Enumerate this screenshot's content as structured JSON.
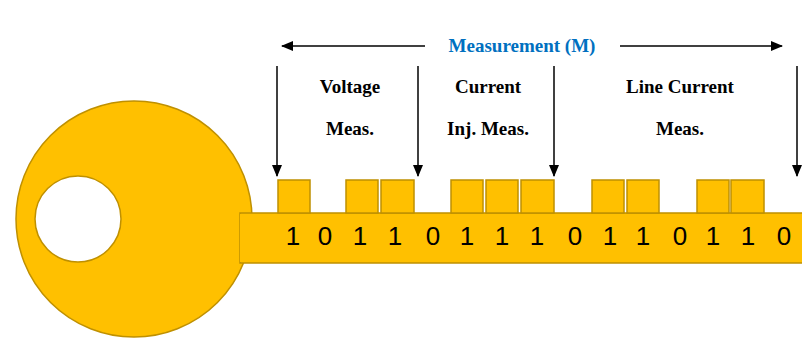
{
  "diagram": {
    "labels": [
      "Measurement (M)",
      "Voltage Meas.",
      "Current Inj. Meas.",
      "Line Current Meas.",
      "1",
      "0",
      "1",
      "1",
      "0",
      "1",
      "1",
      "1",
      "0",
      "1",
      "1",
      "0",
      "1",
      "1",
      "0"
    ]
  }
}
